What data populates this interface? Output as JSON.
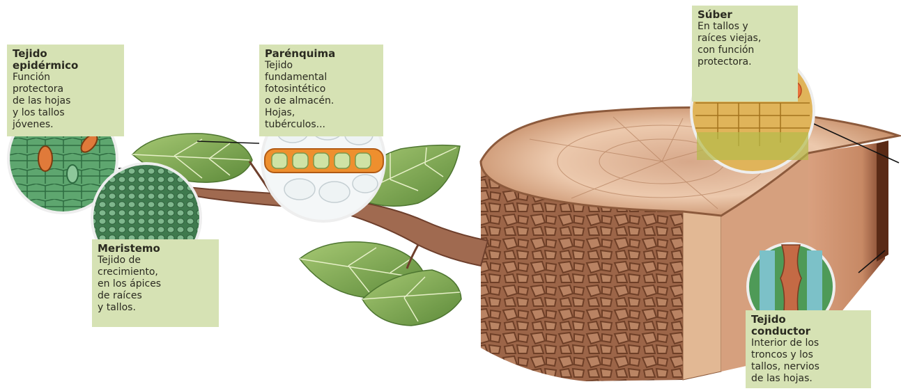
{
  "labels": {
    "epidermico": {
      "title": "Tejido\nepidérmico",
      "desc": "Función\nprotectora\nde las hojas\ny los tallos\njóvenes."
    },
    "parenquima": {
      "title": "Parénquima",
      "desc": "Tejido\nfundamental\nfotosintético\no de almacén.\nHojas,\ntubérculos..."
    },
    "suber": {
      "title": "Súber",
      "desc": "En tallos y\nraíces viejas,\ncon función\nprotectora."
    },
    "meristemo": {
      "title": "Meristemo",
      "desc": "Tejido de\ncrecimiento,\nen los ápices\nde raíces\ny tallos."
    },
    "conductor": {
      "title": "Tejido\nconductor",
      "desc": "Interior de los\ntroncos y los\ntallos, nervios\nde las hojas."
    }
  },
  "colors": {
    "label_bg": "#d6e2b4",
    "leaf": "#7fa84a",
    "bark": "#a0694a",
    "wood": "#e2b894"
  }
}
